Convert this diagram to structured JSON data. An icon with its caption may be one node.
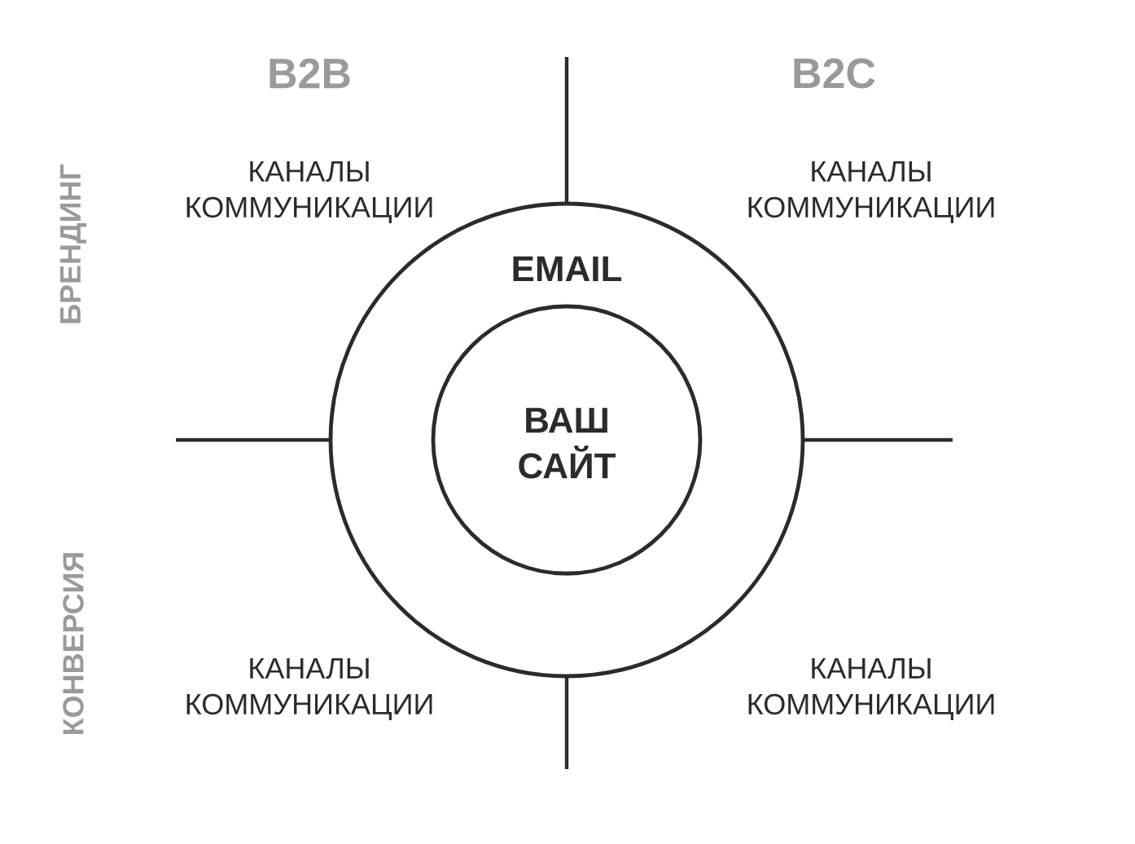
{
  "diagram": {
    "nodes": [
      {
        "text": [
          "EMAIL"
        ]
      },
      {
        "text": [
          "ВАШ САЙТ"
        ],
        "in": 0
      }
    ],
    "labels": [
      "B2B",
      "B2C",
      "БРЕНДИНГ",
      "КАНАЛЫ КОММУНИКАЦИИ",
      "КАНАЛЫ КОММУНИКАЦИИ",
      "КОНВЕРСИЯ",
      "КАНАЛЫ КОММУНИКАЦИИ",
      "КАНАЛЫ КОММУНИКАЦИИ"
    ]
  }
}
